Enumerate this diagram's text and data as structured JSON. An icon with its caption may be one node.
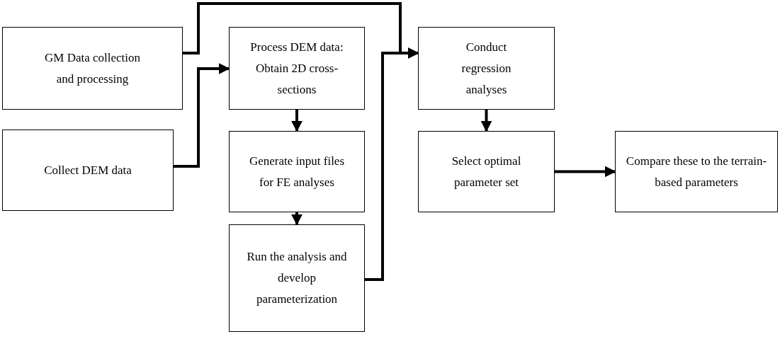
{
  "diagram": {
    "nodes": [
      {
        "text": [
          "GM Data collection and processing"
        ]
      },
      {
        "text": [
          "Collect DEM data"
        ]
      },
      {
        "text": [
          "Process DEM data: Obtain 2D cross-sections"
        ]
      },
      {
        "text": [
          "Generate input files for FE analyses"
        ]
      },
      {
        "text": [
          "Run the analysis and develop parameterization"
        ]
      },
      {
        "text": [
          "Conduct regression analyses"
        ]
      },
      {
        "text": [
          "Select optimal parameter set"
        ]
      },
      {
        "text": [
          "Compare these to the terrain-based parameters"
        ]
      }
    ],
    "edges": [
      {
        "from": 0,
        "to": 5,
        "arrow": "to"
      },
      {
        "from": 1,
        "to": 2,
        "arrow": "to"
      },
      {
        "from": 2,
        "to": 3,
        "arrow": "to"
      },
      {
        "from": 3,
        "to": 4,
        "arrow": "to"
      },
      {
        "from": 4,
        "to": 5,
        "arrow": "to"
      },
      {
        "from": 5,
        "to": 6,
        "arrow": "to"
      },
      {
        "from": 6,
        "to": 7,
        "arrow": "to"
      }
    ]
  }
}
